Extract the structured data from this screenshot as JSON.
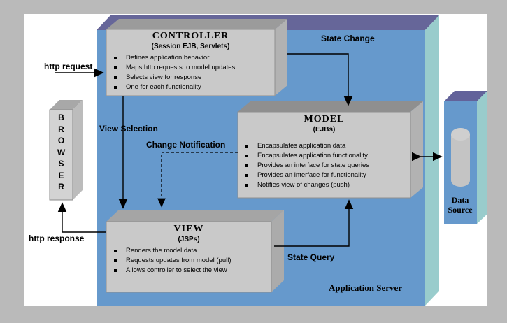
{
  "labels": {
    "http_request": "http request",
    "http_response": "http response",
    "state_change": "State Change",
    "view_selection": "View Selection",
    "change_notification": "Change Notification",
    "state_query": "State Query",
    "application_server": "Application Server"
  },
  "controller": {
    "title": "CONTROLLER",
    "subtitle": "(Session EJB, Servlets)",
    "bullets": [
      "Defines application behavior",
      "Maps http requests to model updates",
      "Selects view for response",
      "One for each functionality"
    ]
  },
  "model": {
    "title": "MODEL",
    "subtitle": "(EJBs)",
    "bullets": [
      "Encapsulates application data",
      "Encapsulates application functionality",
      "Provides an interface for state queries",
      "Provides an interface for functionality",
      "Notifies view of changes (push)"
    ]
  },
  "view": {
    "title": "VIEW",
    "subtitle": "(JSPs)",
    "bullets": [
      "Renders the model data",
      "Requests updates from model (pull)",
      "Allows controller to select the view"
    ]
  },
  "browser": {
    "letters": [
      "B",
      "R",
      "O",
      "W",
      "S",
      "E",
      "R"
    ]
  },
  "data_source": {
    "line1": "Data",
    "line2": "Source"
  },
  "colors": {
    "outer_bg": "#BABABA",
    "panel_bg": "#FFFFFF",
    "app_server_front": "#6699CC",
    "app_server_top": "#666699",
    "app_server_side": "#99CCCC",
    "data_source_front": "#6699CC",
    "data_source_top": "#62629A",
    "data_source_side": "#99CCCC",
    "gray_box_front": "#C9C9C9",
    "browser_front": "#D3D3D3",
    "cylinder": "#C4C4C4",
    "arrow": "#000000"
  }
}
